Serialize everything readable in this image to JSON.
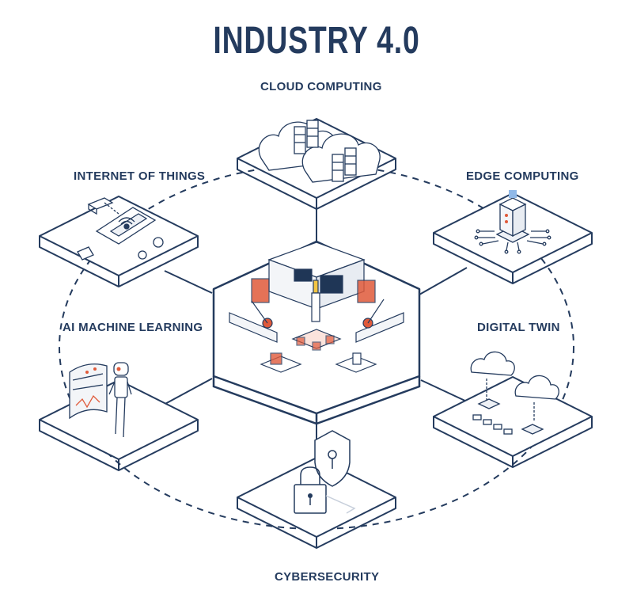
{
  "title": "INDUSTRY 4.0",
  "colors": {
    "primary": "#243b5e",
    "accent": "#e05a3a",
    "background": "#ffffff",
    "screen": "#1f3656"
  },
  "center": {
    "name": "smart-factory",
    "icon": "factory-icon"
  },
  "nodes": [
    {
      "id": "cloud-computing",
      "label": "CLOUD COMPUTING",
      "icon": "cloud-server-icon"
    },
    {
      "id": "internet-of-things",
      "label": "INTERNET OF THINGS",
      "icon": "iot-devices-icon"
    },
    {
      "id": "edge-computing",
      "label": "EDGE COMPUTING",
      "icon": "edge-chip-icon"
    },
    {
      "id": "ai-machine-learning",
      "label": "AI MACHINE LEARNING",
      "icon": "robot-icon"
    },
    {
      "id": "digital-twin",
      "label": "DIGITAL TWIN",
      "icon": "digital-twin-icon"
    },
    {
      "id": "cybersecurity",
      "label": "CYBERSECURITY",
      "icon": "shield-lock-icon"
    }
  ]
}
